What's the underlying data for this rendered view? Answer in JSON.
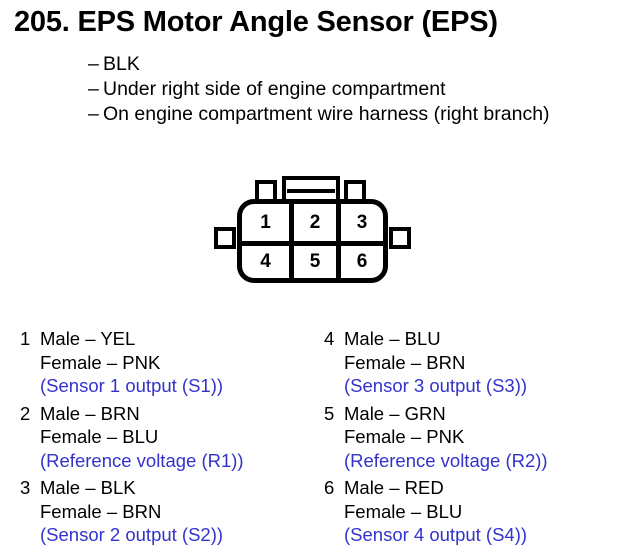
{
  "title": "205. EPS Motor Angle Sensor (EPS)",
  "description": {
    "dash": "–",
    "items": [
      "BLK",
      "Under right side of engine compartment",
      "On engine compartment wire harness (right branch)"
    ]
  },
  "connector": {
    "pins": [
      "1",
      "2",
      "3",
      "4",
      "5",
      "6"
    ]
  },
  "colors": {
    "note_blue": "#3333cc",
    "line_black": "#000000",
    "background": "#ffffff"
  },
  "pin_table": {
    "left": [
      {
        "number": "1",
        "male": "Male – YEL",
        "female": "Female – PNK",
        "note": "(Sensor 1 output (S1))"
      },
      {
        "number": "2",
        "male": "Male – BRN",
        "female": "Female – BLU",
        "note": "(Reference voltage (R1))"
      },
      {
        "number": "3",
        "male": "Male – BLK",
        "female": "Female – BRN",
        "note": "(Sensor 2 output (S2))"
      }
    ],
    "right": [
      {
        "number": "4",
        "male": "Male – BLU",
        "female": "Female – BRN",
        "note": "(Sensor 3 output (S3))"
      },
      {
        "number": "5",
        "male": "Male – GRN",
        "female": "Female – PNK",
        "note": "(Reference voltage (R2))"
      },
      {
        "number": "6",
        "male": "Male – RED",
        "female": "Female – BLU",
        "note": "(Sensor 4 output (S4))"
      }
    ]
  }
}
